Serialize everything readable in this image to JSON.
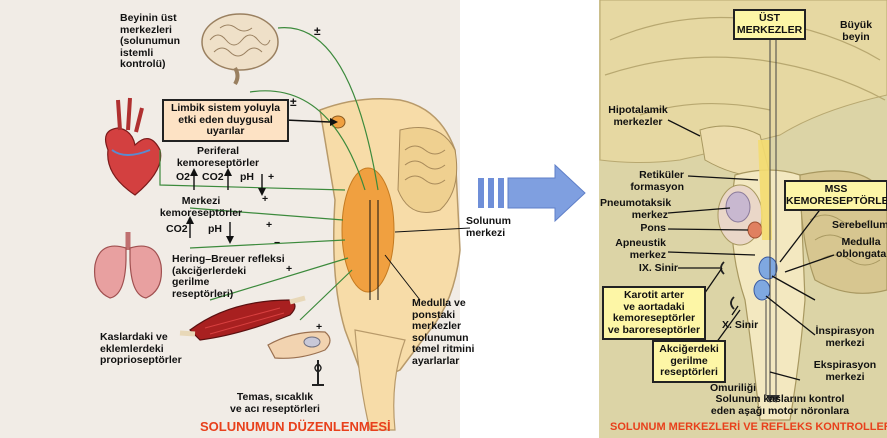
{
  "left": {
    "brain_label": "Beyinin üst\nmerkezleri\n(solunumun\nistemli\nkontrolü)",
    "brain_sign": "±",
    "limbic_sign": "±",
    "limbic_box": "Limbik sistem yoluyla\netki eden duygusal\nuyarılar",
    "peripheral_label": "Periferal\nkemoreseptörler",
    "peripheral_o2": "O2",
    "peripheral_co2": "CO2",
    "peripheral_ph": "pH",
    "plus_1": "+",
    "plus_2": "+",
    "central_label": "Merkezi\nkemoreseptörler",
    "central_co2": "CO2",
    "central_ph": "pH",
    "plus_3": "+",
    "minus_1": "−",
    "hering_label": "Hering–Breuer refleksi\n(akciğerlerdeki\ngerilme\nreseptörleri)",
    "plus_4": "+",
    "muscle_label": "Kaslardaki ve\neklemlerdeki\nproprioseptörler",
    "plus_5": "+",
    "touch_label": "Temas, sıcaklık\nve acı reseptörleri",
    "resp_center_label": "Solunum\nmerkezi",
    "medulla_label": "Medulla ve\nponstaki\nmerkezler\nsolunumun\ntemel ritmini\nayarlarlar",
    "title": "SOLUNUMUN DÜZENLENMESİ"
  },
  "right": {
    "ust_box": "ÜST\nMERKEZLER",
    "buyuk_beyin": "Büyük\nbeyin",
    "hipotalamik": "Hipotalamik\nmerkezler",
    "retikuler": "Retiküler\nformasyon",
    "pneumotaksik": "Pneumotaksik\nmerkez",
    "pons": "Pons",
    "apneustik": "Apneustik\nmerkez",
    "ix_sinir": "IX. Sinir",
    "mss_box": "MSS\nKEMORESEPTÖRLERİ",
    "serebellum": "Serebellum",
    "medulla": "Medulla\noblongata",
    "karotit_box": "Karotit arter\nve aortadaki\nkemoreseptörler\nve baroreseptörler",
    "x_sinir": "X. Sinir",
    "inspirasyon": "İnspirasyon\nmerkezi",
    "akciger_box": "Akciğerdeki\ngerilme\nreseptörleri",
    "ekspirasyon": "Ekspirasyon\nmerkezi",
    "omurilik": "Omuriliği",
    "motor": "Solunum kaslarını kontrol\neden aşağı motor nöronlara",
    "title": "SOLUNUM MERKEZLERİ VE REFLEKS KONTROLLERİ"
  },
  "colors": {
    "left_bg": "#f1ece6",
    "right_bg": "#dcd4a6",
    "title_red": "#e8401c",
    "box_fill": "#fde2c4",
    "box_yellow": "#fdf6a6",
    "orange_center": "#f0a040",
    "arrow_blue": "#6f8fd8"
  }
}
